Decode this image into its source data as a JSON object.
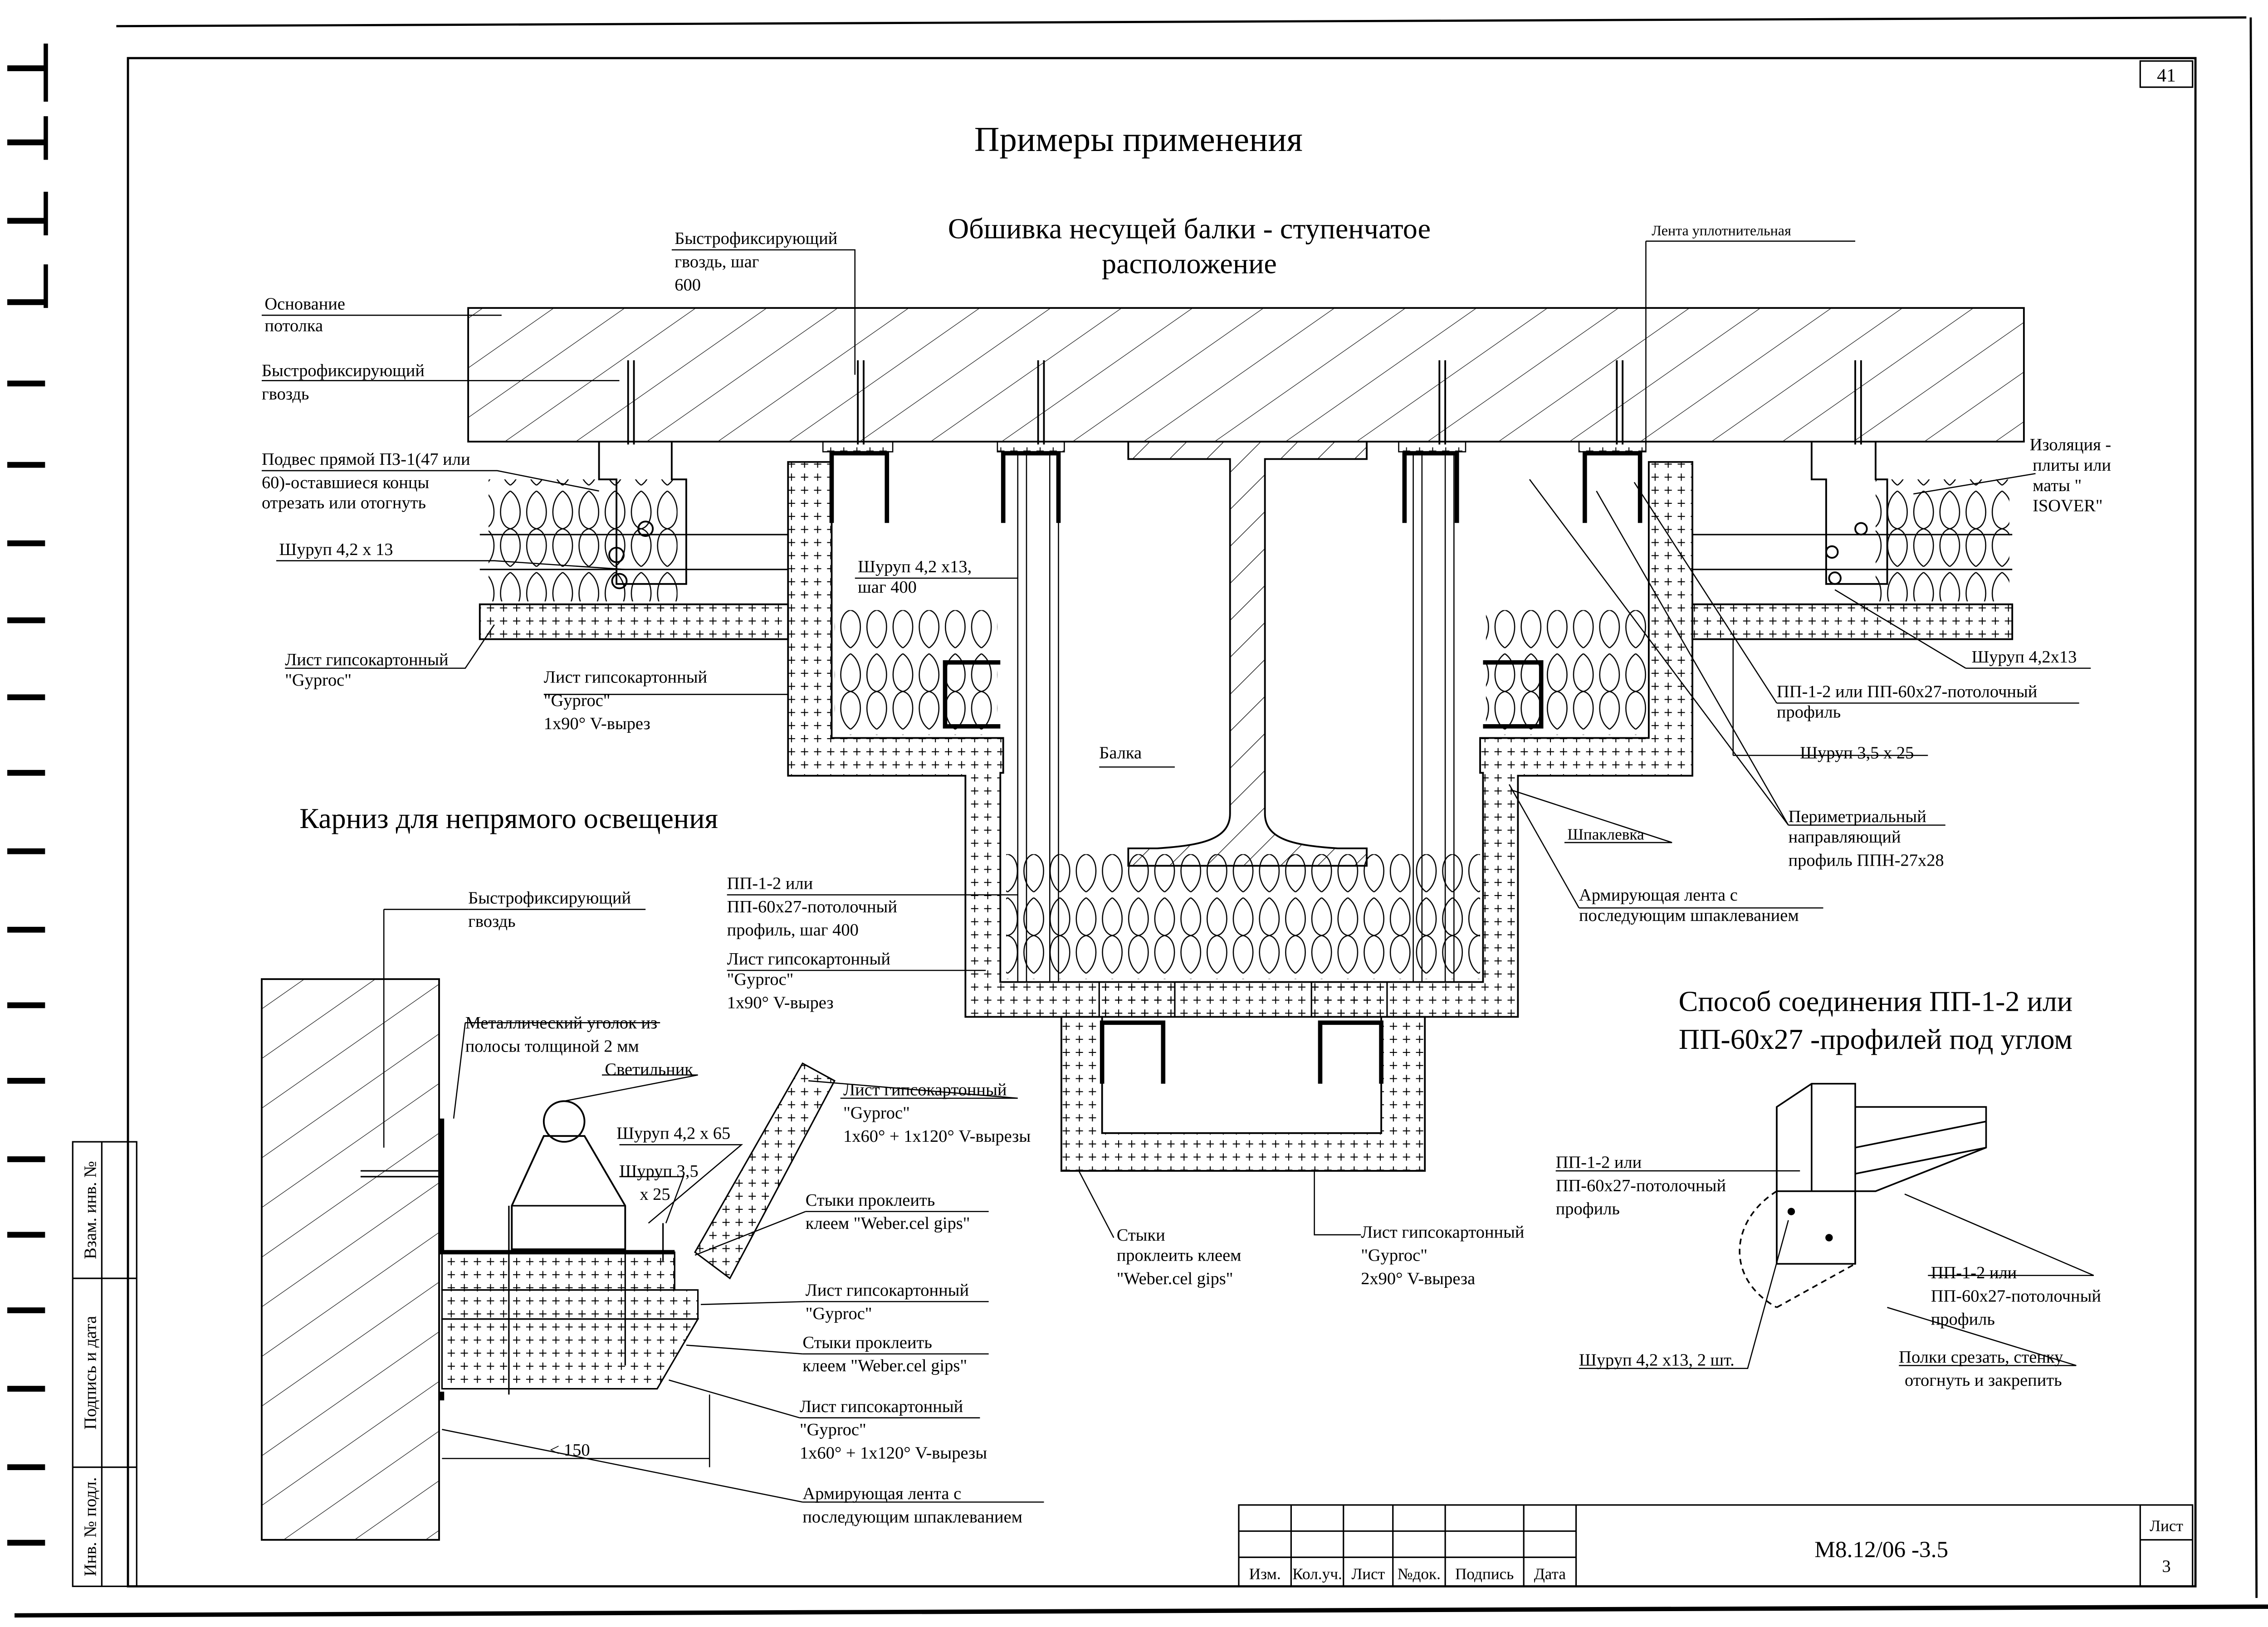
{
  "sheet_number_top": "41",
  "main_title": "Примеры применения",
  "section1": {
    "title_line1": "Обшивка несущей балки - ступенчатое",
    "title_line2": "расположение",
    "labels": {
      "base_l1": "Основание",
      "base_l2": "потолка",
      "nail_l1": "Быстрофиксирующий",
      "nail_l2": "гвоздь",
      "nail_top_l1": "Быстрофиксирующий",
      "nail_top_l2": "гвоздь, шаг",
      "nail_top_l3": "600",
      "tape": "Лента уплотнительная",
      "hanger_l1": "Подвес прямой ПЗ-1(47 или",
      "hanger_l2": "60)-оставшиеся концы",
      "hanger_l3": "отрезать или отогнуть",
      "screw_left": "Шуруп 4,2 х 13",
      "screw_mid_l1": "Шуруп 4,2 х13,",
      "screw_mid_l2": "шаг 400",
      "insul_l1": "Изоляция -",
      "insul_l2": "плиты или",
      "insul_l3": "маты \"",
      "insul_l4": "ISOVER\"",
      "gyp1_l1": "Лист гипсокартонный",
      "gyp1_l2": "\"Gyproc\"",
      "gyp2_l1": "Лист гипсокартонный",
      "gyp2_l2": "\"Gyproc\"",
      "gyp2_l3": "1х90° V-вырез",
      "screw_right": "Шуруп 4,2х13",
      "pp_l1": "ПП-1-2 или ПП-60х27-потолочный",
      "pp_l2": "профиль",
      "screw_35": "Шуруп 3,5 х 25",
      "beam": "Балка",
      "perim_l1": "Периметриальный",
      "perim_l2": "направляющий",
      "perim_l3": "профиль ППН-27х28",
      "putty": "Шпаклевка",
      "armtape_l1": "Армирующая лента с",
      "armtape_l2": "последующим шпаклеванием",
      "pp_step_l1": "ПП-1-2 или",
      "pp_step_l2": "ПП-60х27-потолочный",
      "pp_step_l3": "профиль, шаг 400",
      "gyp3_l1": "Лист гипсокартонный",
      "gyp3_l2": "\"Gyproc\"",
      "gyp3_l3": "1х90° V-вырез",
      "joints_l1": "Стыки",
      "joints_l2": "проклеить клеем",
      "joints_l3": "\"Weber.cel gips\"",
      "gyp4_l1": "Лист гипсокартонный",
      "gyp4_l2": "\"Gyproc\"",
      "gyp4_l3": "2х90° V-выреза"
    }
  },
  "section2": {
    "title": "Карниз для непрямого освещения",
    "labels": {
      "nail_l1": "Быстрофиксирующий",
      "nail_l2": "гвоздь",
      "angle_l1": "Металлический уголок из",
      "angle_l2": "полосы толщиной 2 мм",
      "lamp": "Светильник",
      "screw_65": "Шуруп 4,2 х 65",
      "screw_35_l1": "Шуруп 3,5",
      "screw_35_l2": "х 25",
      "gyp_a_l1": "Лист гипсокартонный",
      "gyp_a_l2": "\"Gyproc\"",
      "gyp_a_l3": "1х60° + 1х120°  V-вырезы",
      "joints_a_l1": "Стыки проклеить",
      "joints_a_l2": "клеем \"Weber.cel gips\"",
      "gyp_b_l1": "Лист гипсокартонный",
      "gyp_b_l2": "\"Gyproc\"",
      "joints_b_l1": "Стыки проклеить",
      "joints_b_l2": "клеем \"Weber.cel gips\"",
      "gyp_c_l1": "Лист гипсокартонный",
      "gyp_c_l2": "\"Gyproc\"",
      "gyp_c_l3": "1х60° + 1х120°  V-вырезы",
      "dim": "< 150",
      "armtape_l1": "Армирующая лента с",
      "armtape_l2": "последующим шпаклеванием"
    }
  },
  "section3": {
    "title_line1": "Способ соединения ПП-1-2 или",
    "title_line2": "ПП-60х27 -профилей под углом",
    "labels": {
      "pp_a_l1": "ПП-1-2 или",
      "pp_a_l2": "ПП-60х27-потолочный",
      "pp_a_l3": "профиль",
      "pp_b_l1": "ПП-1-2 или",
      "pp_b_l2": "ПП-60х27-потолочный",
      "pp_b_l3": "профиль",
      "screw": "Шуруп 4,2 х13, 2 шт.",
      "cut_l1": "Полки срезать, стенку",
      "cut_l2": "отогнуть и закрепить"
    }
  },
  "side_stamp": {
    "inv_podl": "Инв. № подл.",
    "sign_date": "Подпись и дата",
    "vzam_inv": "Взам. инв. №"
  },
  "title_block": {
    "izm": "Изм.",
    "kol_uch": "Кол.уч.",
    "list": "Лист",
    "ndok": "№док.",
    "podpis": "Подпись",
    "data": "Дата",
    "code": "М8.12/06 -3.5",
    "sheet_label": "Лист",
    "sheet_num": "3"
  }
}
